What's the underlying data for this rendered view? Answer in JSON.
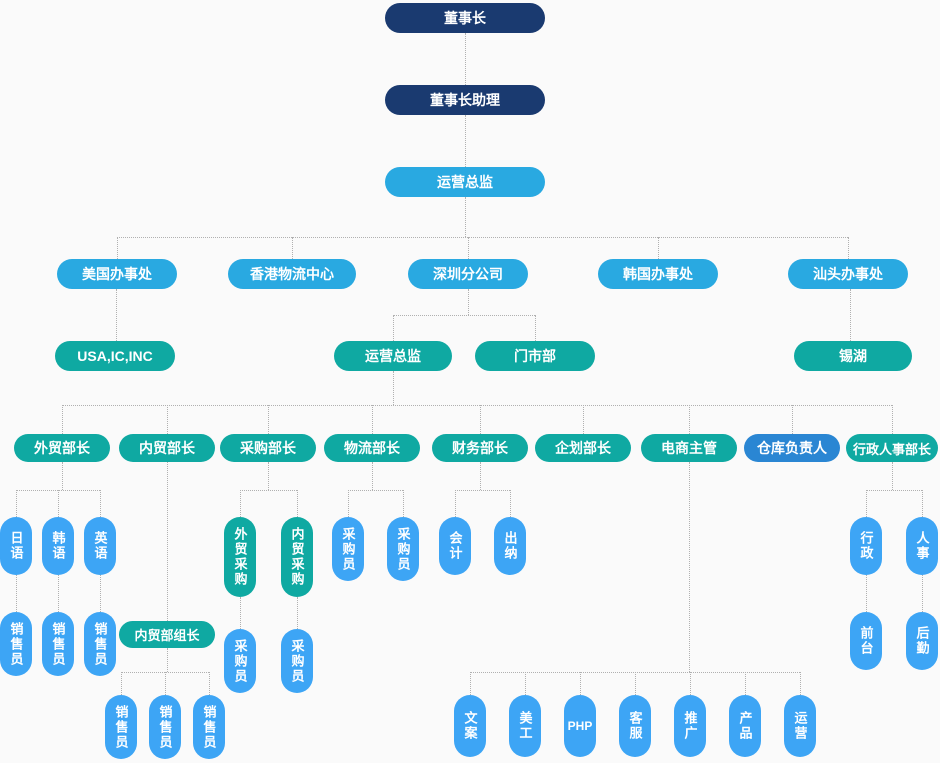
{
  "colors": {
    "bg": "#fafafa",
    "navy": "#1a3a70",
    "blue": "#29a9e1",
    "teal": "#0fa9a2",
    "lblue": "#3da5f5",
    "mblue": "#2a86d3",
    "line": "#b0b0b0"
  },
  "labels": {
    "chairman": "董事长",
    "chairman_assistant": "董事长助理",
    "operations_director": "运营总监",
    "us_office": "美国办事处",
    "hk_logistics_center": "香港物流中心",
    "shenzhen_branch": "深圳分公司",
    "korea_office": "韩国办事处",
    "shantou_office": "汕头办事处",
    "usa_ic_inc": "USA,IC,INC",
    "sz_operations_director": "运营总监",
    "retail_dept": "门市部",
    "xihu": "锡湖",
    "foreign_trade_manager": "外贸部长",
    "domestic_trade_manager": "内贸部长",
    "purchasing_manager": "采购部长",
    "logistics_manager": "物流部长",
    "finance_manager": "财务部长",
    "planning_manager": "企划部长",
    "ecommerce_supervisor": "电商主管",
    "warehouse_manager": "仓库负责人",
    "hr_admin_manager": "行政人事部长",
    "japanese": "日语",
    "korean": "韩语",
    "english": "英语",
    "salesperson": "销售员",
    "domestic_group_leader": "内贸部组长",
    "foreign_purchasing": "外贸采购",
    "domestic_purchasing": "内贸采购",
    "purchaser": "采购员",
    "accountant": "会计",
    "cashier": "出纳",
    "copywriter": "文案",
    "designer": "美工",
    "php": "PHP",
    "customer_service": "客服",
    "promotion": "推广",
    "product": "产品",
    "operations": "运营",
    "admin": "行政",
    "hr": "人事",
    "front_desk": "前台",
    "logistics_support": "后勤"
  },
  "edges": [
    [
      "chairman",
      "chairman_assistant"
    ],
    [
      "chairman_assistant",
      "operations_director"
    ],
    [
      "operations_director",
      "us_office"
    ],
    [
      "operations_director",
      "hk_logistics_center"
    ],
    [
      "operations_director",
      "shenzhen_branch"
    ],
    [
      "operations_director",
      "korea_office"
    ],
    [
      "operations_director",
      "shantou_office"
    ],
    [
      "us_office",
      "usa_ic_inc"
    ],
    [
      "shenzhen_branch",
      "sz_operations_director"
    ],
    [
      "shenzhen_branch",
      "retail_dept"
    ],
    [
      "shantou_office",
      "xihu"
    ],
    [
      "sz_operations_director",
      "foreign_trade_manager"
    ],
    [
      "sz_operations_director",
      "domestic_trade_manager"
    ],
    [
      "sz_operations_director",
      "purchasing_manager"
    ],
    [
      "sz_operations_director",
      "logistics_manager"
    ],
    [
      "sz_operations_director",
      "finance_manager"
    ],
    [
      "sz_operations_director",
      "planning_manager"
    ],
    [
      "sz_operations_director",
      "ecommerce_supervisor"
    ],
    [
      "sz_operations_director",
      "warehouse_manager"
    ],
    [
      "sz_operations_director",
      "hr_admin_manager"
    ],
    [
      "foreign_trade_manager",
      "japanese"
    ],
    [
      "foreign_trade_manager",
      "korean"
    ],
    [
      "foreign_trade_manager",
      "english"
    ],
    [
      "japanese",
      "salesperson"
    ],
    [
      "korean",
      "salesperson"
    ],
    [
      "english",
      "salesperson"
    ],
    [
      "domestic_trade_manager",
      "domestic_group_leader"
    ],
    [
      "domestic_group_leader",
      "salesperson"
    ],
    [
      "domestic_group_leader",
      "salesperson"
    ],
    [
      "domestic_group_leader",
      "salesperson"
    ],
    [
      "purchasing_manager",
      "foreign_purchasing"
    ],
    [
      "purchasing_manager",
      "domestic_purchasing"
    ],
    [
      "foreign_purchasing",
      "purchaser"
    ],
    [
      "domestic_purchasing",
      "purchaser"
    ],
    [
      "logistics_manager",
      "purchaser"
    ],
    [
      "logistics_manager",
      "purchaser"
    ],
    [
      "finance_manager",
      "accountant"
    ],
    [
      "finance_manager",
      "cashier"
    ],
    [
      "ecommerce_supervisor",
      "copywriter"
    ],
    [
      "ecommerce_supervisor",
      "designer"
    ],
    [
      "ecommerce_supervisor",
      "php"
    ],
    [
      "ecommerce_supervisor",
      "customer_service"
    ],
    [
      "ecommerce_supervisor",
      "promotion"
    ],
    [
      "ecommerce_supervisor",
      "product"
    ],
    [
      "ecommerce_supervisor",
      "operations"
    ],
    [
      "hr_admin_manager",
      "admin"
    ],
    [
      "hr_admin_manager",
      "hr"
    ],
    [
      "admin",
      "front_desk"
    ],
    [
      "hr",
      "logistics_support"
    ]
  ]
}
